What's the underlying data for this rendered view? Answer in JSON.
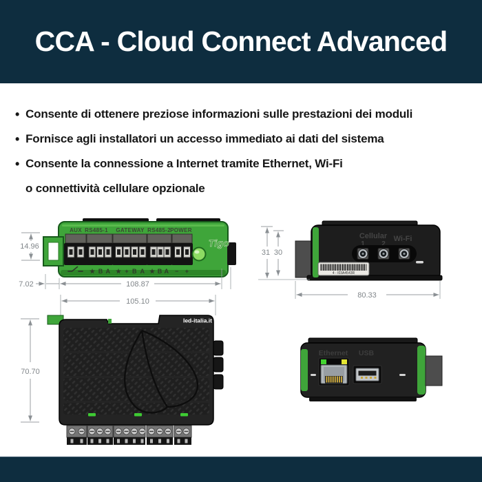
{
  "header": {
    "title": "CCA - Cloud Connect Advanced"
  },
  "bullet_char": "•",
  "bullets": {
    "item1": "Consente di ottenere preziose informazioni sulle prestazioni dei moduli",
    "item2": "Fornisce agli installatori un accesso immediato ai dati del sistema",
    "item3_line1": "Consente la connessione a Internet tramite Ethernet, Wi-Fi",
    "item3_line2": "o connettività cellulare opzionale"
  },
  "side_view": {
    "port_labels": {
      "aux": "AUX",
      "rs485_1": "RS485-1",
      "gateway": "GATEWAY",
      "rs485_2": "RS485-2",
      "power": "POWER"
    },
    "terminal_symbols": {
      "rs485_1": "★ B A",
      "gateway": "★ + B A",
      "rs485_2": "★ B A",
      "power": "− +"
    },
    "brand": "Tigo",
    "dims": {
      "clip_height": "14.96",
      "clip_offset": "7.02",
      "body_width": "108.87"
    }
  },
  "antenna_view": {
    "labels": {
      "cellular": "Cellular",
      "port1": "1",
      "port2": "2",
      "wifi": "Wi-Fi"
    },
    "barcode_text": "4 - I03A4543R",
    "dims": {
      "height_outer": "31",
      "height_inner": "30",
      "width": "80.33"
    }
  },
  "top_view": {
    "brand": "led-italia.it",
    "dims": {
      "width": "105.10",
      "height": "70.70"
    }
  },
  "front_view": {
    "labels": {
      "ethernet": "Ethernet",
      "usb": "USB"
    }
  },
  "colors": {
    "header_bg": "#0e2d3f",
    "footer_bg": "#0e2d3f",
    "device_green": "#3fa53a",
    "device_black": "#1e1e1e",
    "led_green": "#8ddb63",
    "dim_gray": "#989da1"
  }
}
